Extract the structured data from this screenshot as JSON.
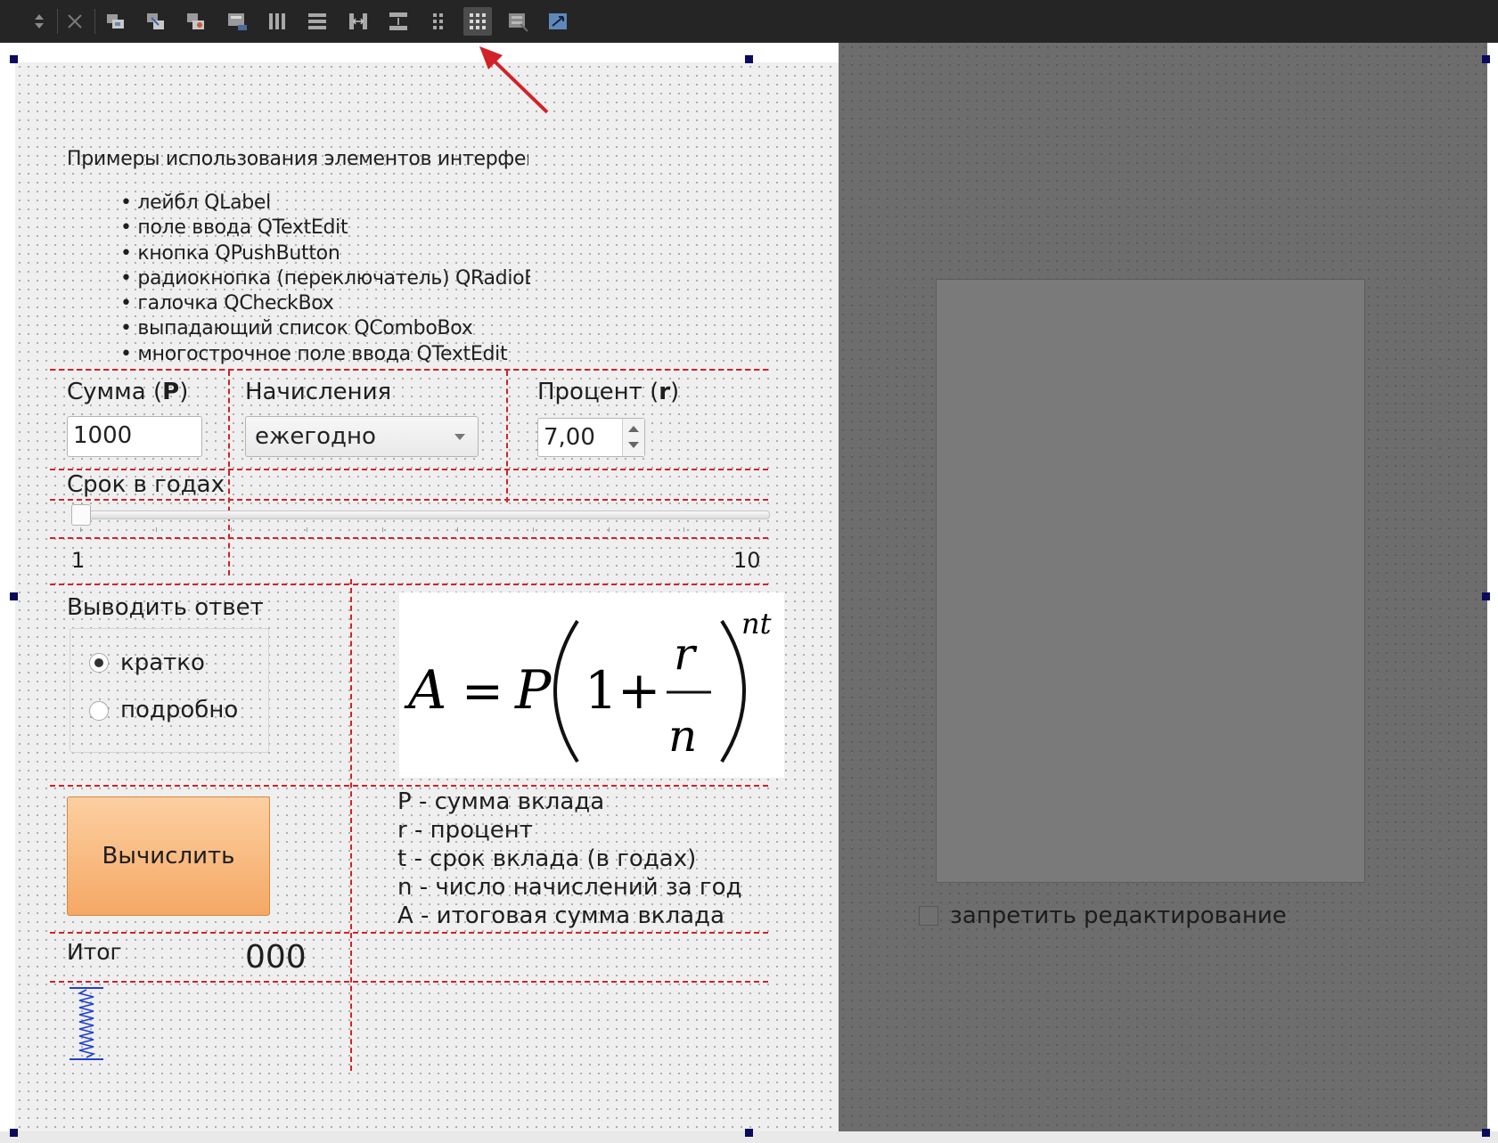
{
  "toolbar": {
    "icons": [
      "sort-arrows-icon",
      "close-icon",
      "edit-widgets-icon",
      "edit-signals-icon",
      "edit-buddies-icon",
      "edit-tab-order-icon",
      "layout-horizontal-icon",
      "layout-vertical-icon",
      "splitter-horizontal-icon",
      "splitter-vertical-icon",
      "layout-form-icon",
      "layout-grid-icon",
      "break-layout-icon",
      "adjust-size-icon"
    ],
    "active_icon": "layout-grid-icon"
  },
  "form": {
    "intro_title": "Примеры использования элементов интерфейса",
    "bullets": [
      "лейбл QLabel",
      "поле ввода QTextEdit",
      "кнопка QPushButton",
      "радиокнопка (переключатель) QRadioButton",
      "галочка QCheckBox",
      "выпадающий список QComboBox",
      "многострочное поле ввода QTextEdit"
    ],
    "sum_label_prefix": "Сумма (",
    "sum_label_var": "P",
    "sum_label_suffix": ")",
    "sum_value": "1000",
    "accrual_label": "Начисления",
    "accrual_selected": "ежегодно",
    "percent_label_prefix": "Процент (",
    "percent_label_var": "r",
    "percent_label_suffix": ")",
    "percent_value": "7,00",
    "term_label": "Срок в годах",
    "slider_min": "1",
    "slider_max": "10",
    "slider_value": 1,
    "output_label": "Выводить ответ",
    "radio_short": "кратко",
    "radio_detailed": "подробно",
    "radio_selected": "short",
    "calc_button": "Вычислить",
    "legend": [
      "P - сумма вклада",
      "r - процент",
      "t - срок вклада (в годах)",
      "n - число начислений за год",
      "A - итоговая сумма вклада"
    ],
    "result_label": "Итог",
    "result_value": "000"
  },
  "formula": {
    "lhs": "A",
    "equals": "=",
    "p": "P",
    "one_plus": "1+",
    "numerator": "r",
    "denominator": "n",
    "exponent": "nt"
  },
  "right_panel": {
    "checkbox_label": "запретить редактирование",
    "checkbox_checked": false
  },
  "colors": {
    "toolbar_bg": "#252525",
    "form_bg": "#efefef",
    "right_panel_bg": "#6d6d6d",
    "layout_guide": "#d42028",
    "calc_button": "#f7b276",
    "annotation_arrow": "#d42028"
  }
}
